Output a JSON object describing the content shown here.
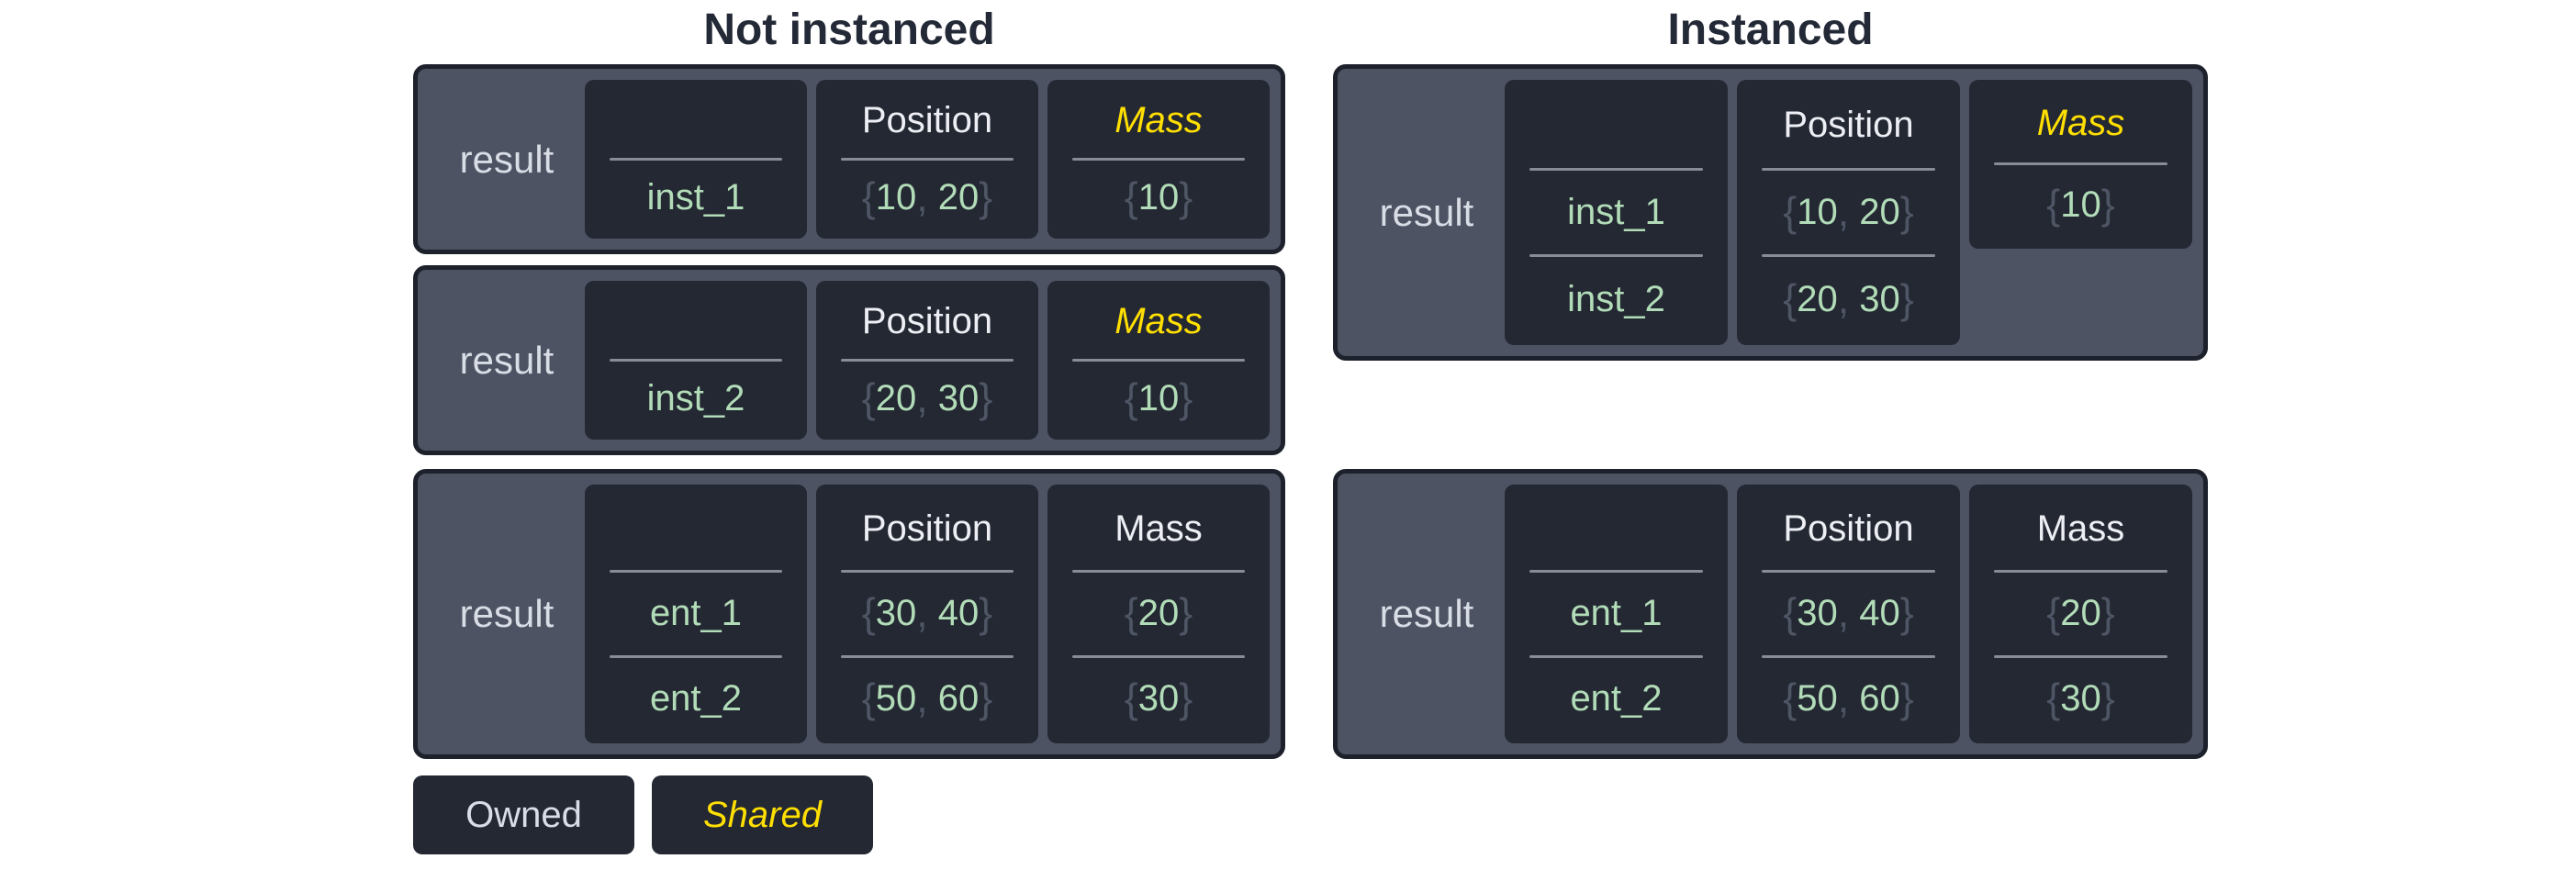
{
  "titles": {
    "left": "Not instanced",
    "right": "Instanced"
  },
  "colors": {
    "page_bg": "#ffffff",
    "table_bg": "#4d5363",
    "table_border": "#1d212b",
    "cell_bg": "#232833",
    "result_text": "#d9dde6",
    "header_text": "#edeff4",
    "shared_text": "#ffdf00",
    "value_text": "#b2dcb8",
    "punct_text": "#4e5564",
    "divider": "#878d97",
    "title_text": "#232936"
  },
  "tables": [
    {
      "id": "nt1",
      "group": "not-instanced",
      "result_label": "result",
      "columns": [
        {
          "header": "",
          "shared": false,
          "short": false,
          "values": [
            "inst_1"
          ]
        },
        {
          "header": "Position",
          "shared": false,
          "short": false,
          "values": [
            "{10, 20}"
          ]
        },
        {
          "header": "Mass",
          "shared": true,
          "short": false,
          "values": [
            "{10}"
          ]
        }
      ]
    },
    {
      "id": "nt2",
      "group": "not-instanced",
      "result_label": "result",
      "columns": [
        {
          "header": "",
          "shared": false,
          "short": false,
          "values": [
            "inst_2"
          ]
        },
        {
          "header": "Position",
          "shared": false,
          "short": false,
          "values": [
            "{20, 30}"
          ]
        },
        {
          "header": "Mass",
          "shared": true,
          "short": false,
          "values": [
            "{10}"
          ]
        }
      ]
    },
    {
      "id": "nt3",
      "group": "not-instanced",
      "result_label": "result",
      "columns": [
        {
          "header": "",
          "shared": false,
          "short": false,
          "values": [
            "ent_1",
            "ent_2"
          ]
        },
        {
          "header": "Position",
          "shared": false,
          "short": false,
          "values": [
            "{30, 40}",
            "{50, 60}"
          ]
        },
        {
          "header": "Mass",
          "shared": false,
          "short": false,
          "values": [
            "{20}",
            "{30}"
          ]
        }
      ]
    },
    {
      "id": "it1",
      "group": "instanced",
      "result_label": "result",
      "columns": [
        {
          "header": "",
          "shared": false,
          "short": false,
          "values": [
            "inst_1",
            "inst_2"
          ]
        },
        {
          "header": "Position",
          "shared": false,
          "short": false,
          "values": [
            "{10, 20}",
            "{20, 30}"
          ]
        },
        {
          "header": "Mass",
          "shared": true,
          "short": true,
          "values": [
            "{10}"
          ]
        }
      ]
    },
    {
      "id": "it2",
      "group": "instanced",
      "result_label": "result",
      "columns": [
        {
          "header": "",
          "shared": false,
          "short": false,
          "values": [
            "ent_1",
            "ent_2"
          ]
        },
        {
          "header": "Position",
          "shared": false,
          "short": false,
          "values": [
            "{30, 40}",
            "{50, 60}"
          ]
        },
        {
          "header": "Mass",
          "shared": false,
          "short": false,
          "values": [
            "{20}",
            "{30}"
          ]
        }
      ]
    }
  ],
  "legend": [
    {
      "label": "Owned",
      "shared": false
    },
    {
      "label": "Shared",
      "shared": true
    }
  ]
}
